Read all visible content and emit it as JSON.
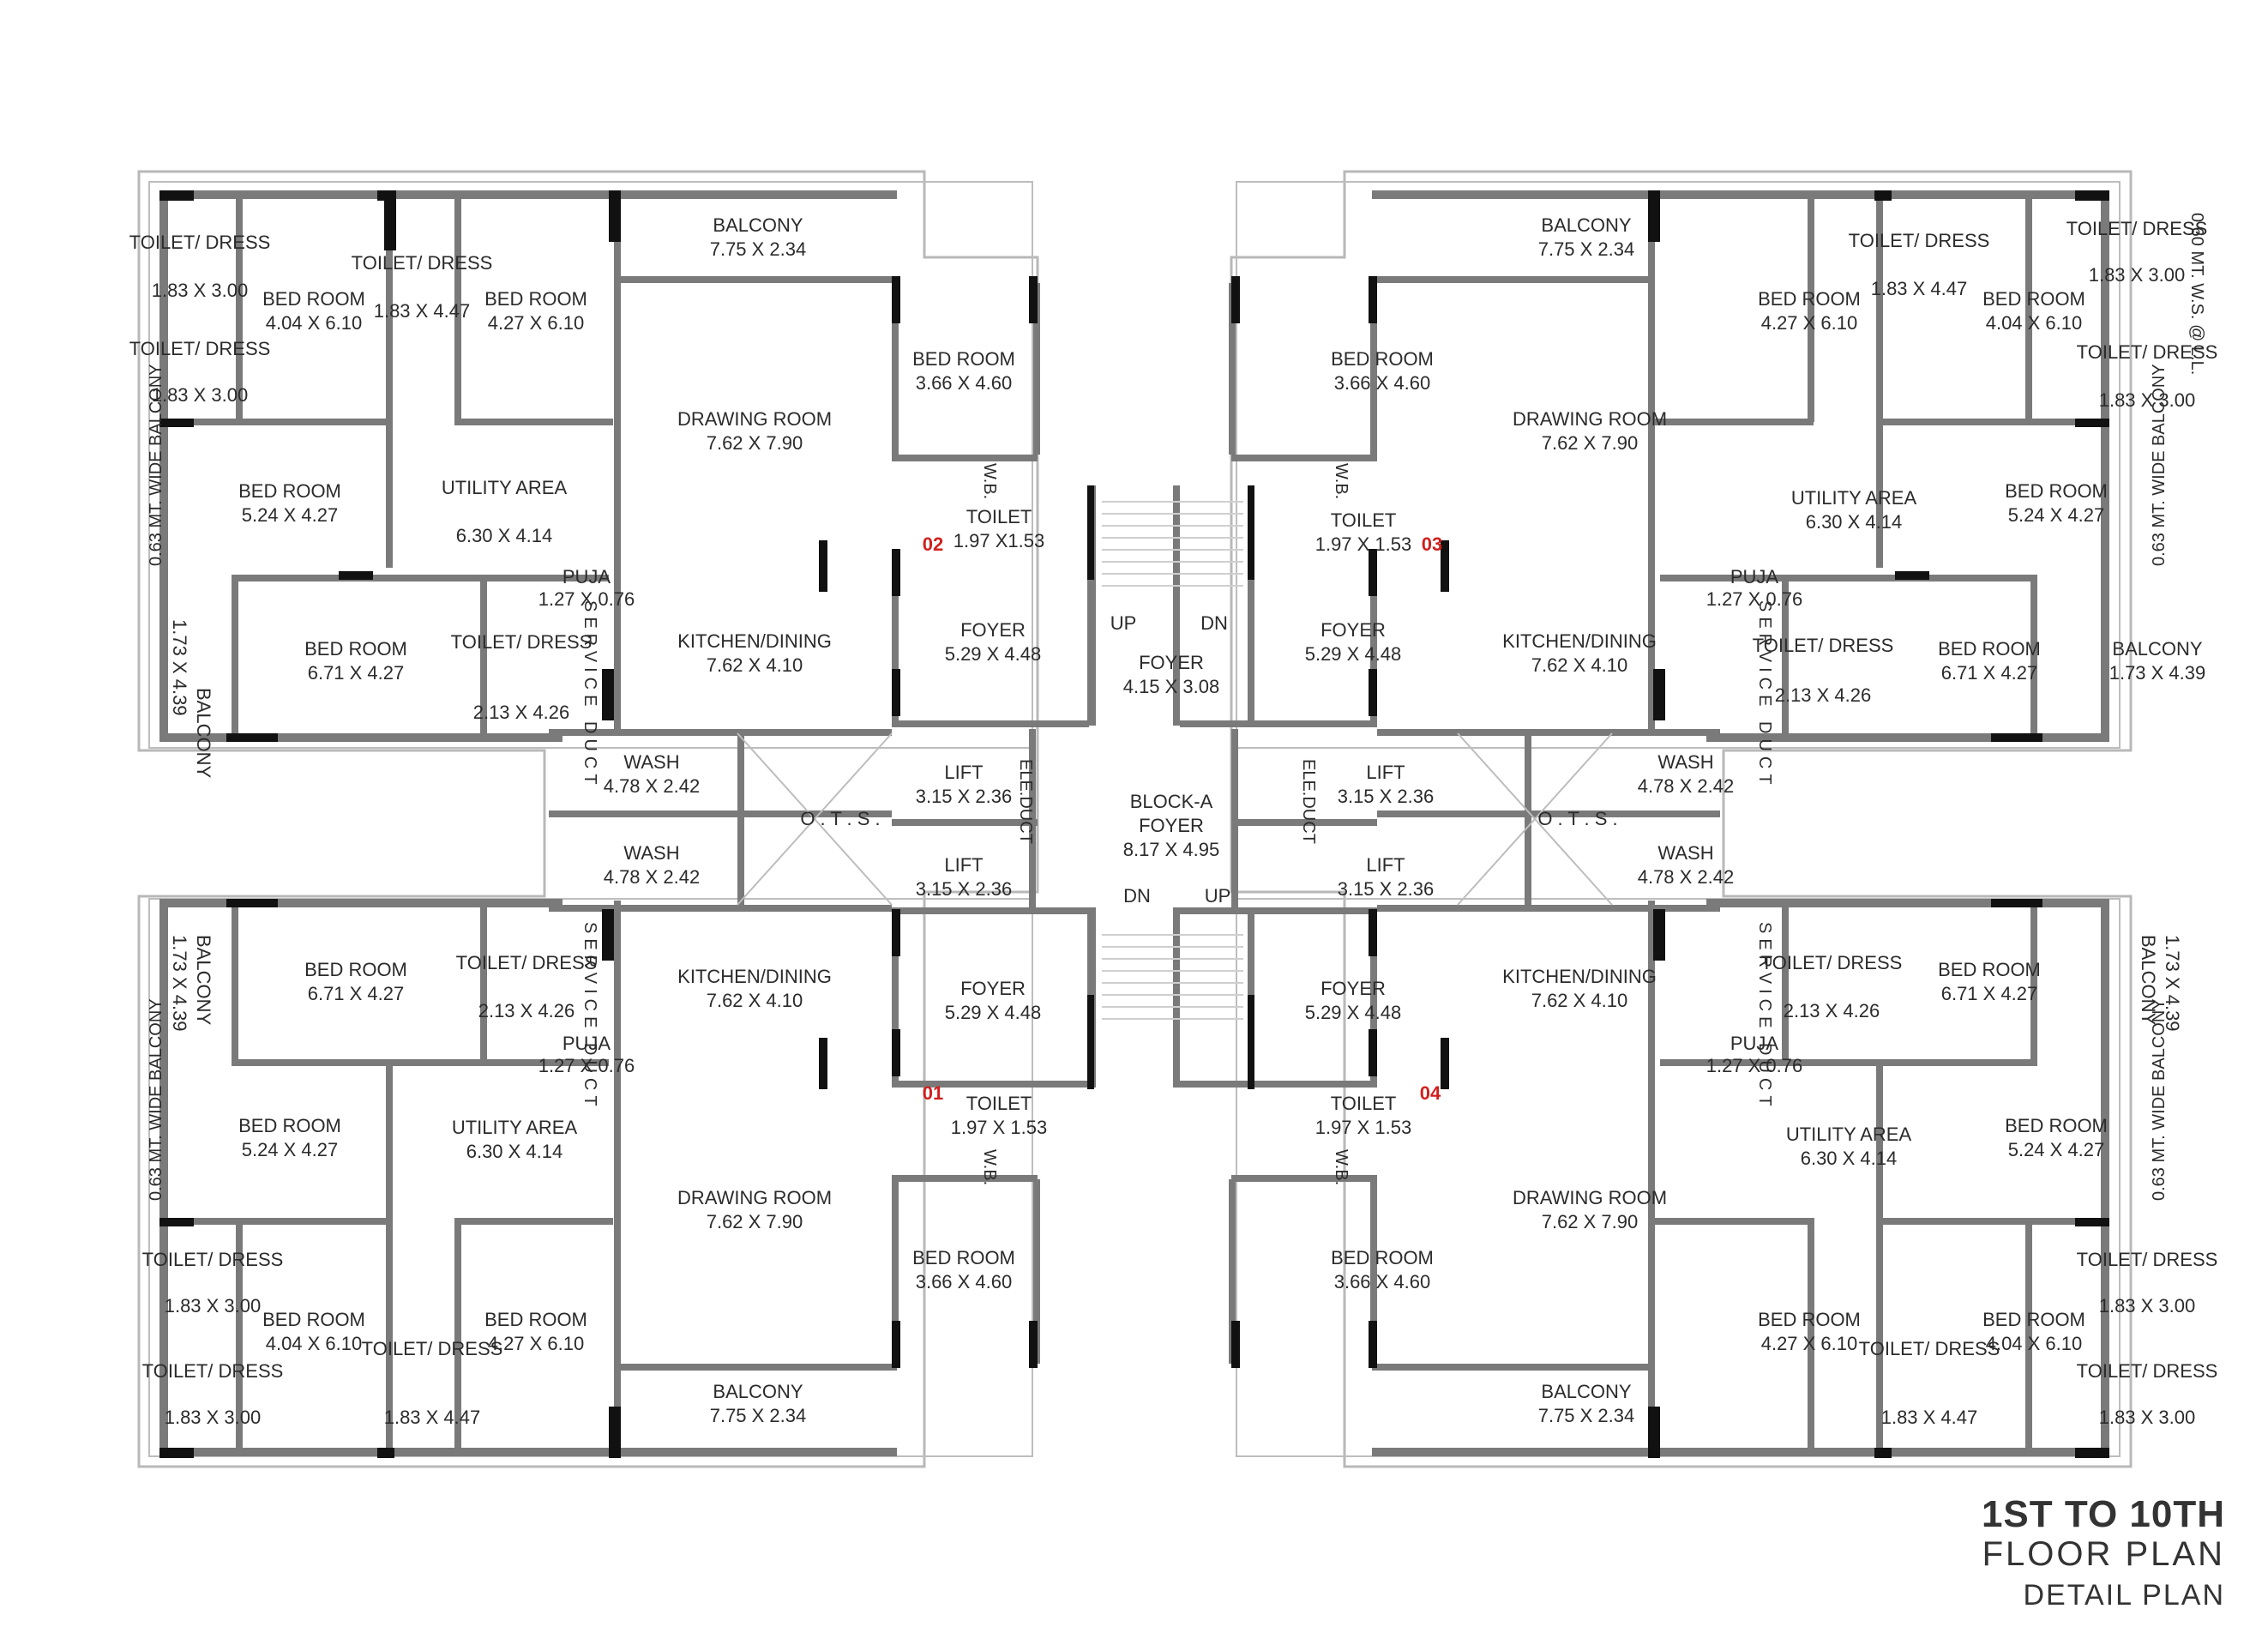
{
  "colors": {
    "wall": "#7a7a7a",
    "accent_wall": "#111111",
    "unit_number": "#d0201e",
    "text": "#2b2b2b"
  },
  "title": {
    "line1": "1ST TO 10TH",
    "line2": "FLOOR  PLAN",
    "line3": "DETAIL PLAN"
  },
  "units": [
    {
      "number": "02",
      "rooms": [
        {
          "name": "BALCONY",
          "size": "7.75 X 2.34"
        },
        {
          "name": "BED ROOM",
          "size": "4.04 X 6.10"
        },
        {
          "name": "BED ROOM",
          "size": "4.27 X 6.10"
        },
        {
          "name": "BED ROOM",
          "size": "3.66 X 4.60"
        },
        {
          "name": "BED ROOM",
          "size": "5.24 X 4.27"
        },
        {
          "name": "BED ROOM",
          "size": "6.71 X 4.27"
        },
        {
          "name": "DRAWING ROOM",
          "size": "7.62 X 7.90"
        },
        {
          "name": "KITCHEN/DINING",
          "size": "7.62 X 4.10"
        },
        {
          "name": "FOYER",
          "size": "5.29 X 4.48"
        },
        {
          "name": "TOILET",
          "size": "1.97 X1.53"
        },
        {
          "name": "UTILITY AREA",
          "size": "6.30 X 4.14"
        },
        {
          "name": "PUJA",
          "size": "1.27 X 0.76"
        },
        {
          "name": "TOILET/ DRESS",
          "size": "1.83 X 3.00"
        },
        {
          "name": "TOILET/ DRESS",
          "size": "1.83 X 3.00"
        },
        {
          "name": "TOILET/ DRESS",
          "size": "1.83 X 4.47"
        },
        {
          "name": "TOILET/ DRESS",
          "size": "2.13 X 4.26"
        },
        {
          "name": "BALCONY",
          "size": "1.73 X 4.39"
        },
        {
          "name": "WASH",
          "size": "4.78 X 2.42"
        }
      ]
    },
    {
      "number": "03",
      "rooms": [
        {
          "name": "BALCONY",
          "size": "7.75 X 2.34"
        },
        {
          "name": "BED ROOM",
          "size": "4.27 X 6.10"
        },
        {
          "name": "BED ROOM",
          "size": "4.04 X 6.10"
        },
        {
          "name": "BED ROOM",
          "size": "3.66 X 4.60"
        },
        {
          "name": "BED ROOM",
          "size": "5.24 X 4.27"
        },
        {
          "name": "BED ROOM",
          "size": "6.71 X 4.27"
        },
        {
          "name": "DRAWING ROOM",
          "size": "7.62 X 7.90"
        },
        {
          "name": "KITCHEN/DINING",
          "size": "7.62 X 4.10"
        },
        {
          "name": "FOYER",
          "size": "5.29 X 4.48"
        },
        {
          "name": "TOILET",
          "size": "1.97 X 1.53"
        },
        {
          "name": "UTILITY AREA",
          "size": "6.30 X 4.14"
        },
        {
          "name": "PUJA",
          "size": "1.27 X 0.76"
        },
        {
          "name": "TOILET/ DRESS",
          "size": "1.83 X 4.47"
        },
        {
          "name": "TOILET/ DRESS",
          "size": "1.83 X 3.00"
        },
        {
          "name": "TOILET/ DRESS",
          "size": "1.83 X 3.00"
        },
        {
          "name": "TOILET/ DRESS",
          "size": "2.13 X 4.26"
        },
        {
          "name": "BALCONY",
          "size": "1.73 X 4.39"
        },
        {
          "name": "WASH",
          "size": "4.78 X 2.42"
        }
      ]
    },
    {
      "number": "01",
      "rooms": [
        {
          "name": "BALCONY",
          "size": "7.75 X 2.34"
        },
        {
          "name": "BED ROOM",
          "size": "4.04 X 6.10"
        },
        {
          "name": "BED ROOM",
          "size": "4.27 X 6.10"
        },
        {
          "name": "BED ROOM",
          "size": "3.66 X 4.60"
        },
        {
          "name": "BED ROOM",
          "size": "5.24 X 4.27"
        },
        {
          "name": "BED ROOM",
          "size": "6.71 X 4.27"
        },
        {
          "name": "DRAWING ROOM",
          "size": "7.62 X 7.90"
        },
        {
          "name": "KITCHEN/DINING",
          "size": "7.62 X 4.10"
        },
        {
          "name": "FOYER",
          "size": "5.29 X 4.48"
        },
        {
          "name": "TOILET",
          "size": "1.97 X 1.53"
        },
        {
          "name": "UTILITY AREA",
          "size": "6.30 X 4.14"
        },
        {
          "name": "PUJA",
          "size": "1.27 X 0.76"
        },
        {
          "name": "TOILET/ DRESS",
          "size": "1.83 X 3.00"
        },
        {
          "name": "TOILET/ DRESS",
          "size": "1.83 X 3.00"
        },
        {
          "name": "TOILET/ DRESS",
          "size": "1.83 X 4.47"
        },
        {
          "name": "TOILET/ DRESS",
          "size": "2.13 X 4.26"
        },
        {
          "name": "BALCONY",
          "size": "1.73 X 4.39"
        },
        {
          "name": "WASH",
          "size": "4.78 X 2.42"
        }
      ]
    },
    {
      "number": "04",
      "rooms": [
        {
          "name": "BALCONY",
          "size": "7.75 X 2.34"
        },
        {
          "name": "BED ROOM",
          "size": "4.27 X 6.10"
        },
        {
          "name": "BED ROOM",
          "size": "4.04 X 6.10"
        },
        {
          "name": "BED ROOM",
          "size": "3.66 X 4.60"
        },
        {
          "name": "BED ROOM",
          "size": "5.24 X 4.27"
        },
        {
          "name": "BED ROOM",
          "size": "6.71 X 4.27"
        },
        {
          "name": "DRAWING ROOM",
          "size": "7.62 X 7.90"
        },
        {
          "name": "KITCHEN/DINING",
          "size": "7.62 X 4.10"
        },
        {
          "name": "FOYER",
          "size": "5.29 X 4.48"
        },
        {
          "name": "TOILET",
          "size": "1.97 X 1.53"
        },
        {
          "name": "UTILITY AREA",
          "size": "6.30 X 4.14"
        },
        {
          "name": "PUJA",
          "size": "1.27 X 0.76"
        },
        {
          "name": "TOILET/ DRESS",
          "size": "1.83 X 4.47"
        },
        {
          "name": "TOILET/ DRESS",
          "size": "1.83 X 3.00"
        },
        {
          "name": "TOILET/ DRESS",
          "size": "1.83 X 3.00"
        },
        {
          "name": "TOILET/ DRESS",
          "size": "2.13 X 4.26"
        },
        {
          "name": "BALCONY",
          "size": "1.73 X 4.39"
        },
        {
          "name": "WASH",
          "size": "4.78 X 2.42"
        }
      ]
    }
  ],
  "core": {
    "foyer": {
      "name": "FOYER",
      "size": "4.15 X 3.08"
    },
    "block_foyer": {
      "name": "BLOCK-A",
      "sub": "FOYER",
      "size": "8.17 X 4.95"
    },
    "lifts": [
      {
        "name": "LIFT",
        "size": "3.15 X 2.36"
      },
      {
        "name": "LIFT",
        "size": "3.15 X 2.36"
      },
      {
        "name": "LIFT",
        "size": "3.15 X 2.36"
      },
      {
        "name": "LIFT",
        "size": "3.15 X 2.36"
      }
    ],
    "ots": "O . T . S .",
    "ele_duct": "ELE.DUCT",
    "service_duct": "SERVICE DUCT",
    "wb": "W.B.",
    "up": "UP",
    "dn": "DN",
    "balcony_note": "0.63 MT. WIDE BALCONY",
    "ws_note": "0.60 MT. W.S. @ L.L."
  }
}
